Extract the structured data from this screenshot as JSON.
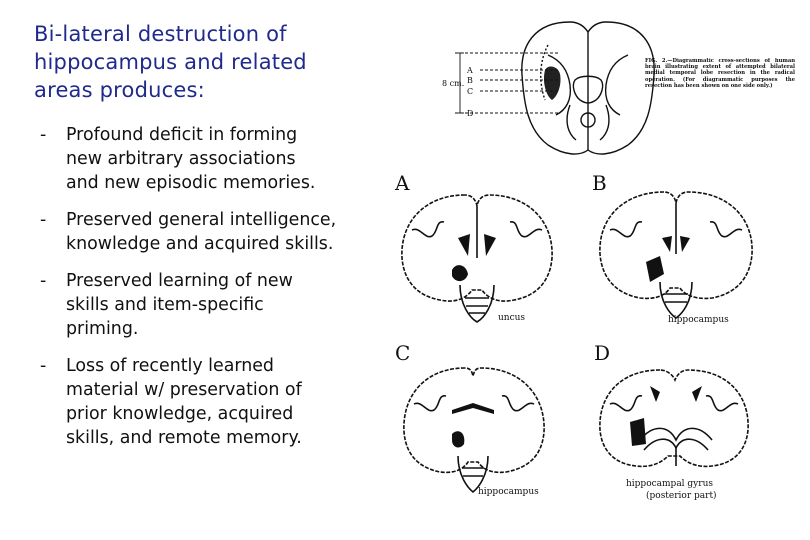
{
  "title": "Bi-lateral destruction of\nhippocampus and related\nareas produces:",
  "bullets": [
    {
      "dash": "-",
      "text": "Profound deficit in forming\nnew arbitrary associations\nand new episodic memories."
    },
    {
      "dash": "-",
      "text": "Preserved general intelligence,\nknowledge and acquired skills."
    },
    {
      "dash": "-",
      "text": "Preserved learning of new\nskills and item-specific\npriming."
    },
    {
      "dash": "-",
      "text": "Loss of recently learned\nmaterial w/ preservation of\nprior knowledge, acquired\nskills, and remote memory."
    }
  ],
  "figure": {
    "caption": "FIG. 2.—Diagrammatic cross-sections of human brain illustrating extent of attempted bilateral medial temporal lobe resection in the radical operation. (For diagrammatic purposes the resection has been shown on one side only.)",
    "scale_label": "8 cm.",
    "level_labels": [
      "A",
      "B",
      "C",
      "D"
    ],
    "panels": [
      {
        "letter": "A",
        "label": "uncus"
      },
      {
        "letter": "B",
        "label": "hippocampus"
      },
      {
        "letter": "C",
        "label": "hippocampus"
      },
      {
        "letter": "D",
        "label": "hippocampal gyrus",
        "sublabel": "(posterior part)"
      }
    ]
  }
}
